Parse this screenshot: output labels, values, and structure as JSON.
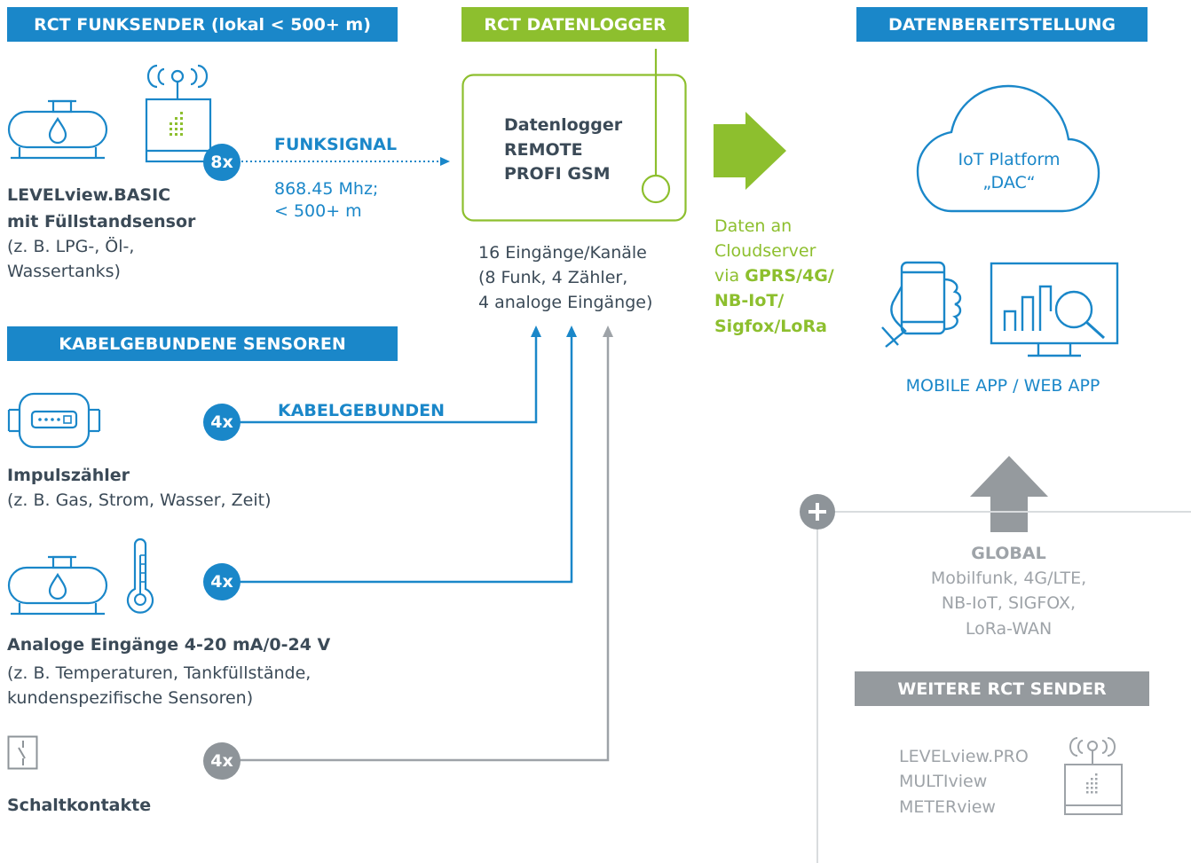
{
  "headers": {
    "funksender": "RCT  FUNKSENDER (lokal < 500+ m)",
    "datenlogger": "RCT DATENLOGGER",
    "datenbereitstellung": "DATENBEREITSTELLUNG",
    "kabel": "KABELGEBUNDENE SENSOREN",
    "weitere": "WEITERE RCT  SENDER"
  },
  "funk": {
    "badge": "8x",
    "signal_label": "FUNKSIGNAL",
    "freq": "868.45 Mhz;",
    "range": "< 500+ m"
  },
  "levelview": {
    "title1": "LEVELview.BASIC",
    "title2": "mit Füllstandsensor",
    "desc1": "(z. B. LPG-, Öl-,",
    "desc2": "Wassertanks)"
  },
  "logger": {
    "line1": "Datenlogger",
    "line2": "REMOTE",
    "line3": "PROFI GSM",
    "inputs1": "16 Eingänge/Kanäle",
    "inputs2": "(8 Funk, 4 Zähler,",
    "inputs3": "4 analoge Eingänge)"
  },
  "transfer": {
    "line1": "Daten an",
    "line2": "Cloudserver",
    "line3_prefix": "via ",
    "line3_bold": "GPRS/4G/",
    "line4": "NB-IoT/",
    "line5": "Sigfox/LoRa"
  },
  "cloud": {
    "line1": "IoT Platform",
    "line2": "„DAC“"
  },
  "apps_label": "MOBILE APP / WEB APP",
  "impuls": {
    "badge": "4x",
    "link_label": "KABELGEBUNDEN",
    "title": "Impulszähler",
    "desc": "(z. B. Gas, Strom, Wasser, Zeit)"
  },
  "analog": {
    "badge": "4x",
    "title": "Analoge Eingänge 4-20 mA/0-24 V",
    "desc1": "(z. B. Temperaturen, Tankfüllstände,",
    "desc2": "kundenspezifische Sensoren)"
  },
  "schalt": {
    "badge": "4x",
    "title": "Schaltkontakte"
  },
  "global": {
    "title": "GLOBAL",
    "line1": "Mobilfunk, 4G/LTE,",
    "line2": "NB-IoT, SIGFOX,",
    "line3": "LoRa-WAN"
  },
  "weitere_list": [
    "LEVELview.PRO",
    "MULTIview",
    "METERview"
  ],
  "colors": {
    "blue": "#1a87c9",
    "green": "#8dbf2e",
    "gray": "#959a9e",
    "text": "#3b4a57"
  }
}
